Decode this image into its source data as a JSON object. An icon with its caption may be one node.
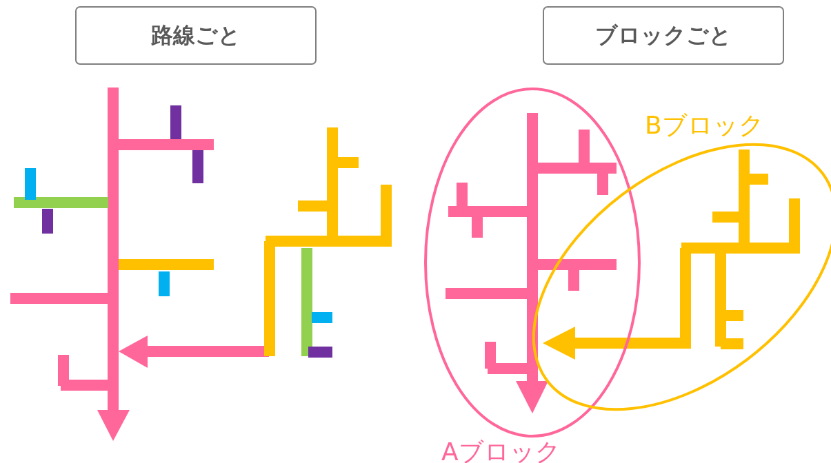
{
  "diagram": {
    "nodes": [
      {
        "text": [
          "路線ごと"
        ]
      },
      {
        "text": [
          "ブロックごと"
        ]
      },
      {
        "text": [
          "Aブロック"
        ]
      },
      {
        "text": [
          "Bブロック"
        ]
      }
    ]
  }
}
